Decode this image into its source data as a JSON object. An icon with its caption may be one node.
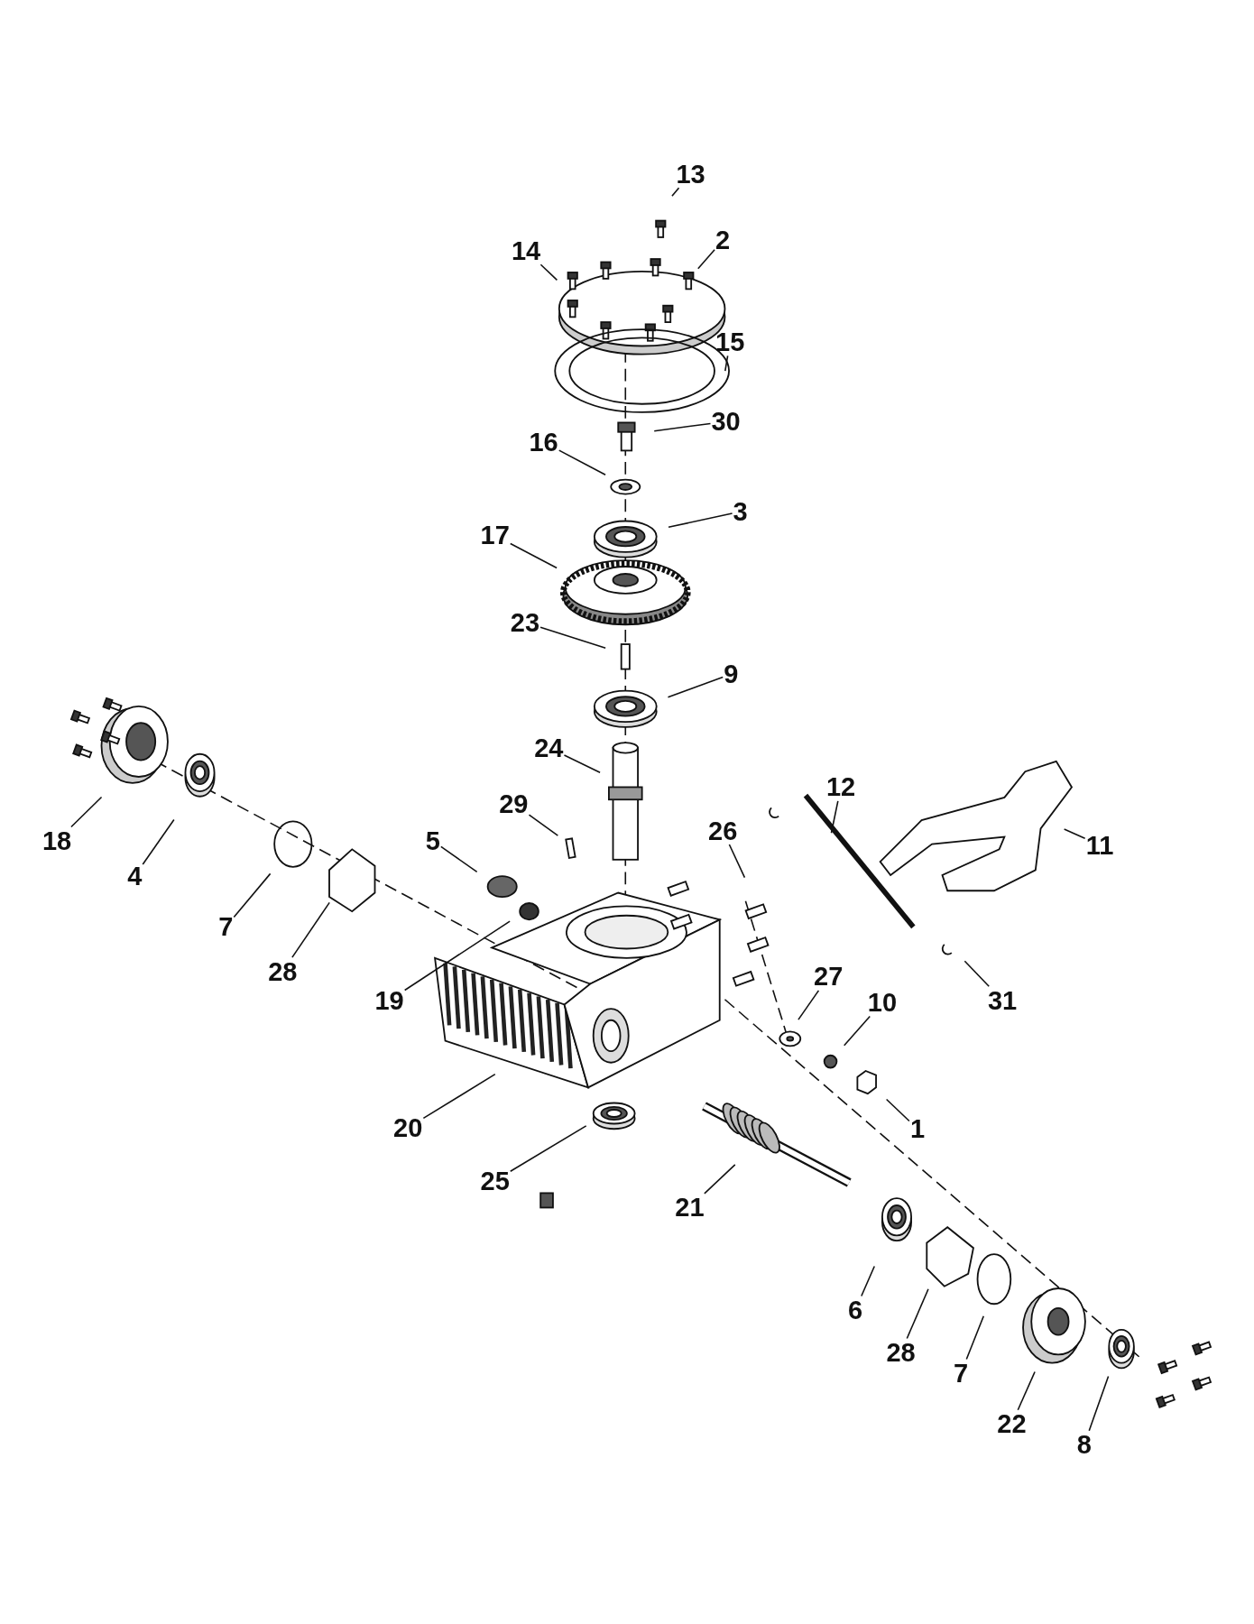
{
  "diagram": {
    "nodes": [
      {
        "text": [
          "13"
        ]
      },
      {
        "text": [
          "14"
        ]
      },
      {
        "text": [
          "2"
        ]
      },
      {
        "text": [
          "15"
        ]
      },
      {
        "text": [
          "30"
        ]
      },
      {
        "text": [
          "16"
        ]
      },
      {
        "text": [
          "3"
        ]
      },
      {
        "text": [
          "17"
        ]
      },
      {
        "text": [
          "23"
        ]
      },
      {
        "text": [
          "9"
        ]
      },
      {
        "text": [
          "24"
        ]
      },
      {
        "text": [
          "12"
        ]
      },
      {
        "text": [
          "29"
        ]
      },
      {
        "text": [
          "18"
        ]
      },
      {
        "text": [
          "26"
        ]
      },
      {
        "text": [
          "5"
        ]
      },
      {
        "text": [
          "11"
        ]
      },
      {
        "text": [
          "4"
        ]
      },
      {
        "text": [
          "7"
        ]
      },
      {
        "text": [
          "28"
        ]
      },
      {
        "text": [
          "19"
        ]
      },
      {
        "text": [
          "27"
        ]
      },
      {
        "text": [
          "10"
        ]
      },
      {
        "text": [
          "31"
        ]
      },
      {
        "text": [
          "20"
        ]
      },
      {
        "text": [
          "1"
        ]
      },
      {
        "text": [
          "25"
        ]
      },
      {
        "text": [
          "21"
        ]
      },
      {
        "text": [
          "6"
        ]
      },
      {
        "text": [
          "28"
        ]
      },
      {
        "text": [
          "7"
        ]
      },
      {
        "text": [
          "22"
        ]
      },
      {
        "text": [
          "8"
        ]
      }
    ],
    "edges": [
      {
        "from": 0,
        "to": null,
        "arrow": "none"
      },
      {
        "from": 1,
        "to": null,
        "arrow": "none"
      },
      {
        "from": 2,
        "to": null,
        "arrow": "none"
      },
      {
        "from": 3,
        "to": null,
        "arrow": "none"
      },
      {
        "from": 4,
        "to": null,
        "arrow": "none"
      },
      {
        "from": 5,
        "to": null,
        "arrow": "none"
      },
      {
        "from": 6,
        "to": null,
        "arrow": "none"
      },
      {
        "from": 7,
        "to": null,
        "arrow": "none"
      },
      {
        "from": 8,
        "to": null,
        "arrow": "none"
      },
      {
        "from": 9,
        "to": null,
        "arrow": "none"
      },
      {
        "from": 10,
        "to": null,
        "arrow": "none"
      },
      {
        "from": 11,
        "to": null,
        "arrow": "none"
      },
      {
        "from": 12,
        "to": null,
        "arrow": "none"
      },
      {
        "from": 13,
        "to": null,
        "arrow": "none"
      },
      {
        "from": 14,
        "to": null,
        "arrow": "none"
      },
      {
        "from": 15,
        "to": null,
        "arrow": "none"
      },
      {
        "from": 16,
        "to": null,
        "arrow": "none"
      },
      {
        "from": 17,
        "to": null,
        "arrow": "none"
      },
      {
        "from": 18,
        "to": null,
        "arrow": "none"
      },
      {
        "from": 19,
        "to": null,
        "arrow": "none"
      },
      {
        "from": 20,
        "to": null,
        "arrow": "none"
      },
      {
        "from": 21,
        "to": null,
        "arrow": "none"
      },
      {
        "from": 22,
        "to": null,
        "arrow": "none"
      },
      {
        "from": 23,
        "to": null,
        "arrow": "none"
      },
      {
        "from": 24,
        "to": null,
        "arrow": "none"
      },
      {
        "from": 25,
        "to": null,
        "arrow": "none"
      },
      {
        "from": 26,
        "to": null,
        "arrow": "none"
      },
      {
        "from": 27,
        "to": null,
        "arrow": "none"
      },
      {
        "from": 28,
        "to": null,
        "arrow": "none"
      },
      {
        "from": 29,
        "to": null,
        "arrow": "none"
      },
      {
        "from": 30,
        "to": null,
        "arrow": "none"
      },
      {
        "from": 31,
        "to": null,
        "arrow": "none"
      },
      {
        "from": 32,
        "to": null,
        "arrow": "none"
      }
    ]
  }
}
